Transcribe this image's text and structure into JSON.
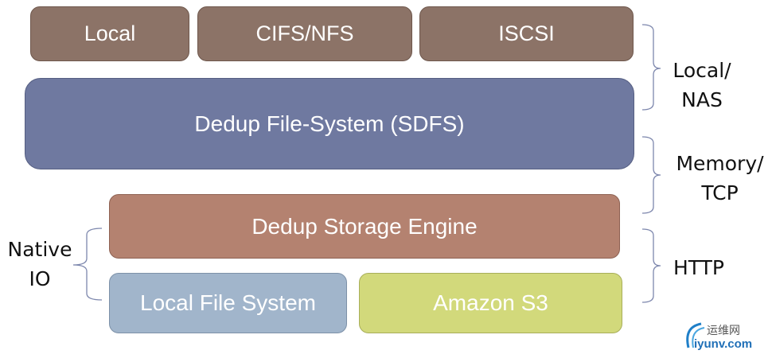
{
  "diagram": {
    "layers": {
      "top": [
        "Local",
        "CIFS/NFS",
        "ISCSI"
      ],
      "filesystem": "Dedup File-System (SDFS)",
      "engine": "Dedup Storage Engine",
      "backends": [
        "Local File System",
        "Amazon S3"
      ]
    },
    "brackets": {
      "local_nas": [
        "Local/",
        "NAS"
      ],
      "memory_tcp": [
        "Memory/",
        "TCP"
      ],
      "http": [
        "HTTP"
      ],
      "native_io": [
        "Native",
        "IO"
      ]
    },
    "colors": {
      "top_layer": "#8c7367",
      "filesystem": "#6f79a0",
      "engine": "#b48270",
      "local_fs": "#a1b5cb",
      "s3": "#d2d97b",
      "bracket": "#7d87ad"
    }
  },
  "watermark": {
    "cn": "运维网",
    "en": "iyunv.com"
  }
}
